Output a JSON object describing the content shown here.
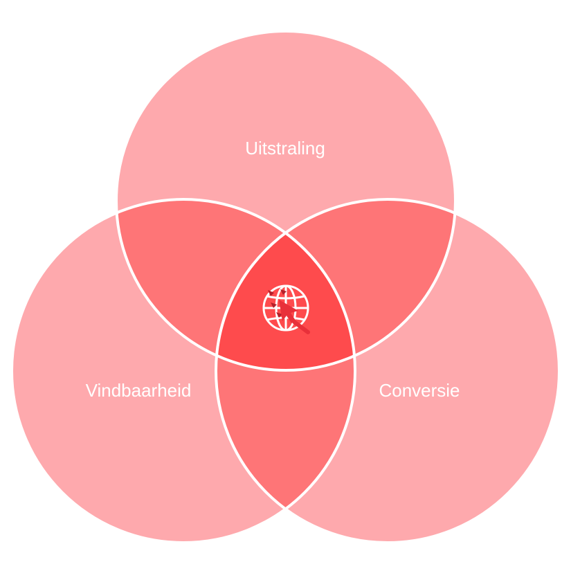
{
  "diagram": {
    "type": "venn",
    "sets": [
      {
        "key": "top",
        "label": "Uitstraling"
      },
      {
        "key": "left",
        "label": "Vindbaarheid"
      },
      {
        "key": "right",
        "label": "Conversie"
      }
    ],
    "center_icon": "globe-cursor-icon"
  },
  "colors": {
    "single": "#fea9ad",
    "pair": "#fe7577",
    "triple": "#fe4b4d",
    "outline": "#ffffff",
    "icon_arrow": "#e8303a",
    "icon_arrow_dark": "#b3202a"
  }
}
